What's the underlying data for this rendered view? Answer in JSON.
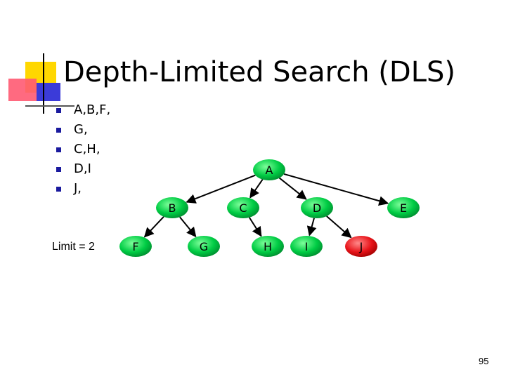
{
  "slide": {
    "title": "Depth-Limited Search (DLS)",
    "bullets": [
      "A,B,F,",
      "G,",
      "C,H,",
      "D,I",
      "J,"
    ],
    "limit_label": "Limit = 2",
    "page_number": "95"
  },
  "colors": {
    "node_fill": "#00cc44",
    "highlight_fill": "#e8141a",
    "bullet": "#1a1a9e",
    "deco_yellow": "#ffd700",
    "deco_blue": "#3b3bd9",
    "deco_red": "#ff4f6a"
  },
  "tree": {
    "nodes": [
      {
        "id": "A",
        "label": "A",
        "highlighted": false
      },
      {
        "id": "B",
        "label": "B",
        "highlighted": false
      },
      {
        "id": "C",
        "label": "C",
        "highlighted": false
      },
      {
        "id": "D",
        "label": "D",
        "highlighted": false
      },
      {
        "id": "E",
        "label": "E",
        "highlighted": false
      },
      {
        "id": "F",
        "label": "F",
        "highlighted": false
      },
      {
        "id": "G",
        "label": "G",
        "highlighted": false
      },
      {
        "id": "H",
        "label": "H",
        "highlighted": false
      },
      {
        "id": "I",
        "label": "I",
        "highlighted": false
      },
      {
        "id": "J",
        "label": "J",
        "highlighted": true
      }
    ],
    "edges": [
      [
        "A",
        "B"
      ],
      [
        "A",
        "C"
      ],
      [
        "A",
        "D"
      ],
      [
        "A",
        "E"
      ],
      [
        "B",
        "F"
      ],
      [
        "B",
        "G"
      ],
      [
        "C",
        "H"
      ],
      [
        "D",
        "I"
      ],
      [
        "D",
        "J"
      ]
    ]
  }
}
